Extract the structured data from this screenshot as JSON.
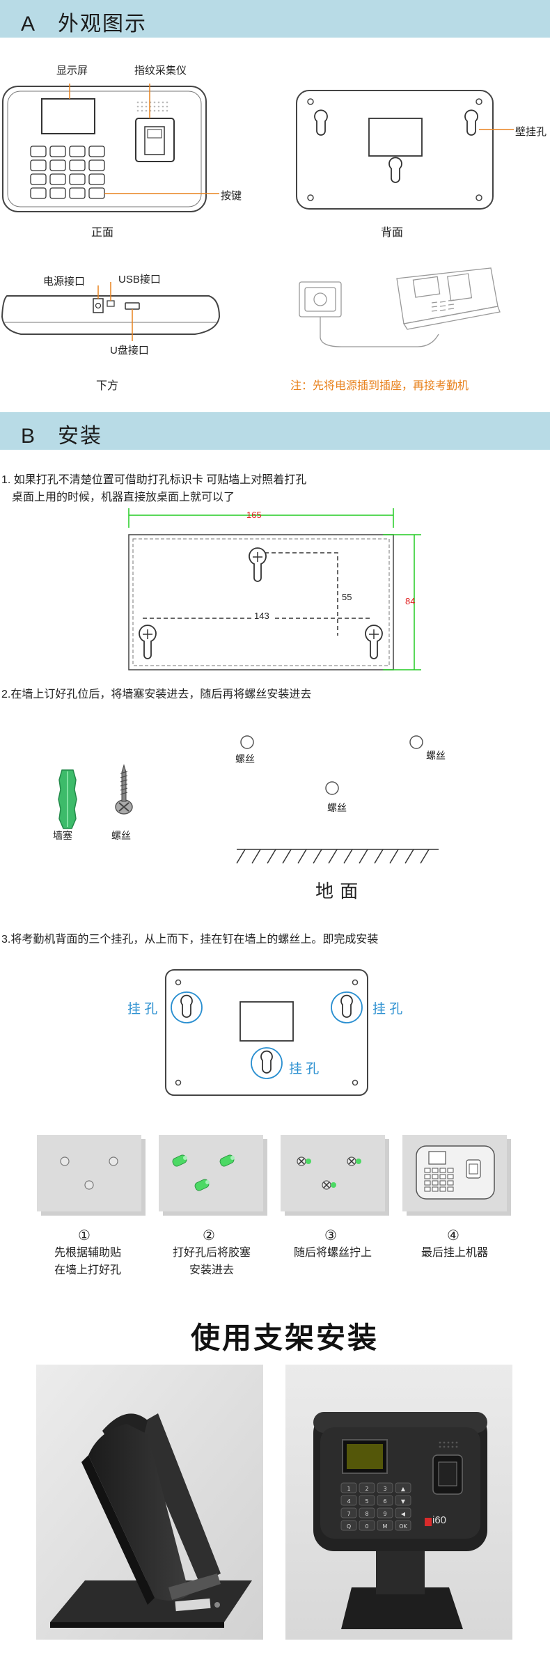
{
  "section_a": {
    "letter": "A",
    "title": "外观图示",
    "front": {
      "label_screen": "显示屏",
      "label_fingerprint": "指纹采集仪",
      "label_keys": "按键",
      "caption": "正面"
    },
    "back": {
      "label_hole": "壁挂孔",
      "caption": "背面"
    },
    "bottom": {
      "label_power": "电源接口",
      "label_usb": "USB接口",
      "label_udisk": "U盘接口",
      "caption": "下方"
    },
    "note": "注：先将电源插到插座，再接考勤机"
  },
  "section_b": {
    "letter": "B",
    "title": "安装",
    "step1_line1": "1. 如果打孔不清楚位置可借助打孔标识卡 可贴墙上对照着打孔",
    "step1_line2": "桌面上用的时候，机器直接放桌面上就可以了",
    "dim_width": "165",
    "dim_height": "84",
    "dim_inner_width": "143",
    "dim_inner_height": "55",
    "step2": "2.在墙上订好孔位后，将墙塞安装进去，随后再将螺丝安装进去",
    "anchor_label": "墙塞",
    "screw_label": "螺丝",
    "screw_a": "螺丝",
    "screw_b": "螺丝",
    "screw_c": "螺丝",
    "ground": "地  面",
    "step3": "3.将考勤机背面的三个挂孔，从上而下，挂在钉在墙上的螺丝上。即完成安装",
    "hang_left": "挂 孔",
    "hang_right": "挂 孔",
    "hang_bottom": "挂 孔",
    "steps": [
      {
        "num": "①",
        "line1": "先根据辅助贴",
        "line2": "在墙上打好孔"
      },
      {
        "num": "②",
        "line1": "打好孔后将胶塞",
        "line2": "安装进去"
      },
      {
        "num": "③",
        "line1": "随后将螺丝拧上",
        "line2": ""
      },
      {
        "num": "④",
        "line1": "最后挂上机器",
        "line2": ""
      }
    ]
  },
  "stand": {
    "title": "使用支架安装",
    "brand": "i60",
    "keys": [
      "1",
      "2",
      "3",
      "▲",
      "4",
      "5",
      "6",
      "▼",
      "7",
      "8",
      "9",
      "◀",
      "Q",
      "0",
      "M",
      "OK"
    ]
  },
  "colors": {
    "header_bg": "#b8dbe6",
    "note_orange": "#e8821e",
    "hole_blue": "#2a8fd0",
    "dim_green": "#22cc22",
    "dim_red": "#e02020"
  }
}
